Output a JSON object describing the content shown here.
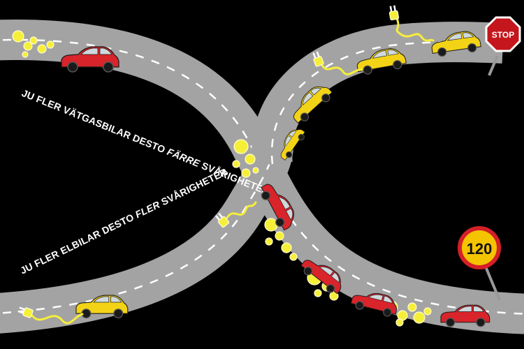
{
  "captions": {
    "top": {
      "before": "JU FLER VÄTGASBILAR DESTO ",
      "emph": "FÄRRE",
      "after": " SVÅRIGHETER"
    },
    "bottom": {
      "before": "JU FLER ELBILAR DESTO ",
      "emph": "FLER",
      "after": " SVÅRIGHETER"
    }
  },
  "signs": {
    "stop": "STOP",
    "speed": "120"
  },
  "colors": {
    "background": "#000000",
    "road": "#a3a3a3",
    "hydrogen_car": "#d8242a",
    "electric_car": "#f3d316",
    "bubble": "#f6ef3a"
  }
}
